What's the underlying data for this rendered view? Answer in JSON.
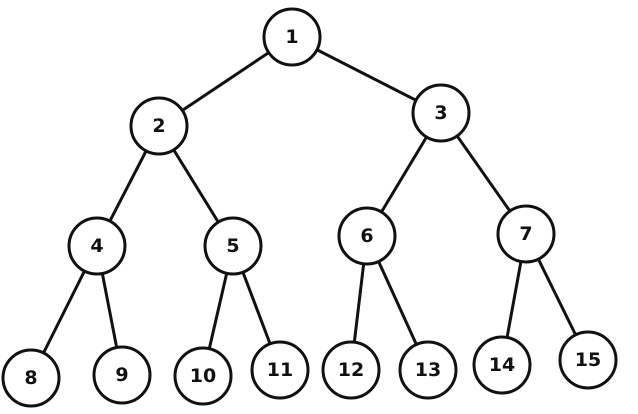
{
  "tree": {
    "nodes": [
      {
        "id": "1",
        "label": "1"
      },
      {
        "id": "2",
        "label": "2"
      },
      {
        "id": "3",
        "label": "3"
      },
      {
        "id": "4",
        "label": "4"
      },
      {
        "id": "5",
        "label": "5"
      },
      {
        "id": "6",
        "label": "6"
      },
      {
        "id": "7",
        "label": "7"
      },
      {
        "id": "8",
        "label": "8"
      },
      {
        "id": "9",
        "label": "9"
      },
      {
        "id": "10",
        "label": "10"
      },
      {
        "id": "11",
        "label": "11"
      },
      {
        "id": "12",
        "label": "12"
      },
      {
        "id": "13",
        "label": "13"
      },
      {
        "id": "14",
        "label": "14"
      },
      {
        "id": "15",
        "label": "15"
      }
    ],
    "edges": [
      [
        "1",
        "2"
      ],
      [
        "1",
        "3"
      ],
      [
        "2",
        "4"
      ],
      [
        "2",
        "5"
      ],
      [
        "3",
        "6"
      ],
      [
        "3",
        "7"
      ],
      [
        "4",
        "8"
      ],
      [
        "4",
        "9"
      ],
      [
        "5",
        "10"
      ],
      [
        "5",
        "11"
      ],
      [
        "6",
        "12"
      ],
      [
        "6",
        "13"
      ],
      [
        "7",
        "14"
      ],
      [
        "7",
        "15"
      ]
    ],
    "colors": {
      "stroke": "#111111",
      "fill": "#ffffff",
      "text": "#111111"
    }
  }
}
